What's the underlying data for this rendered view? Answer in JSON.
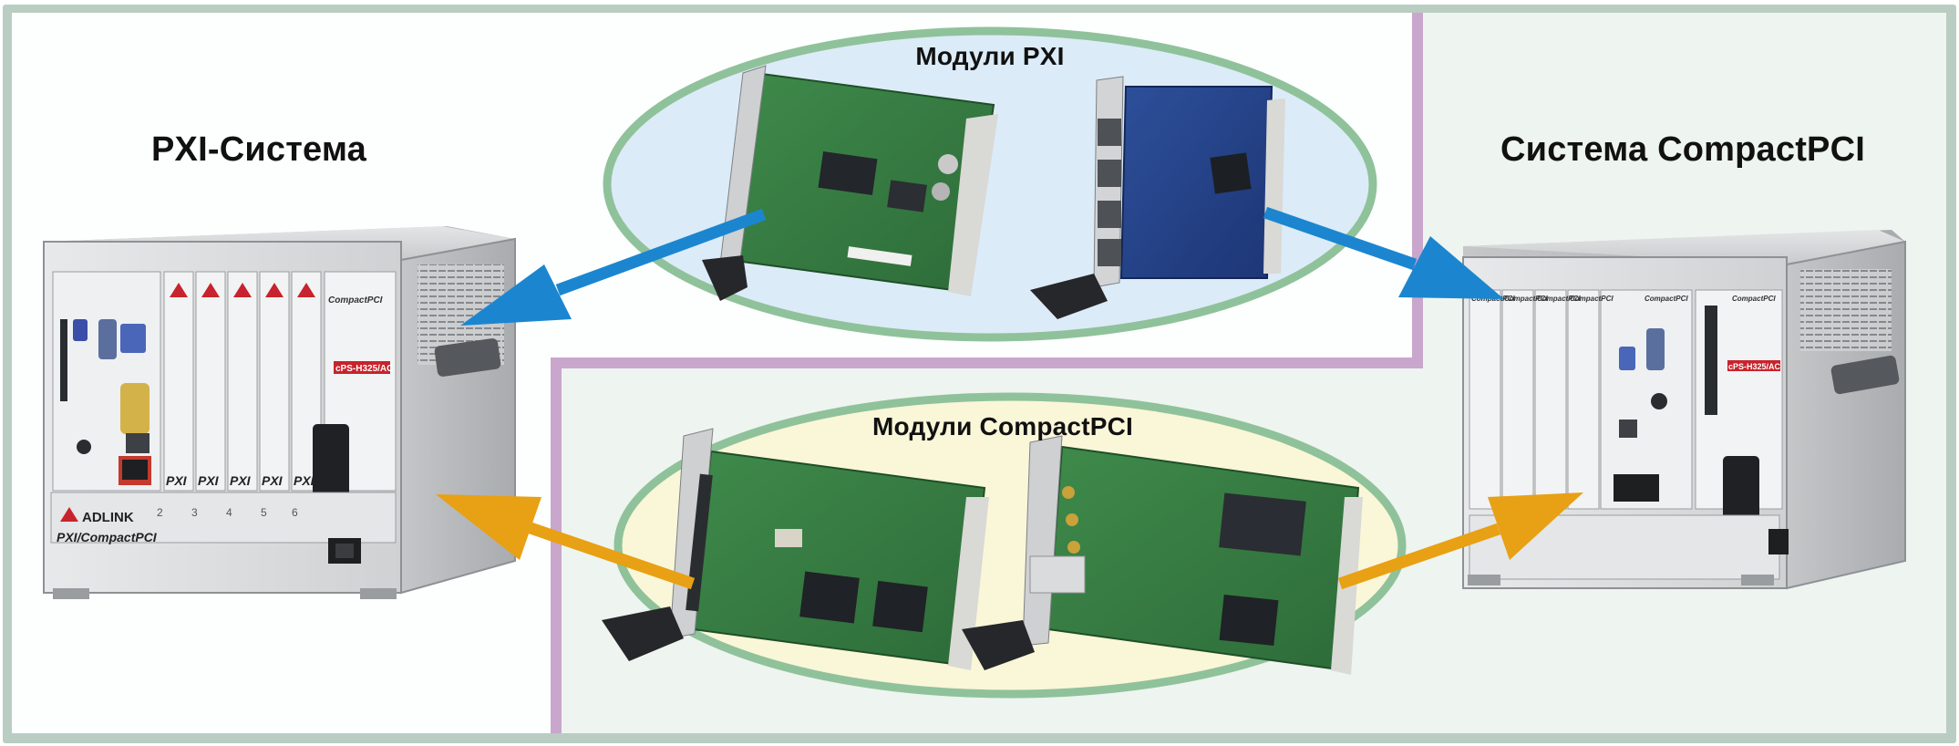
{
  "figure": {
    "pxi_system_label": "PXI-Система",
    "cpci_system_label": "Система CompactPCI",
    "pxi_modules_label": "Модули PXI",
    "cpci_modules_label": "Модули CompactPCI"
  },
  "chassis": {
    "brand": "ADLINK",
    "pxi_badge": "PXI/CompactPCI",
    "slot_label": "PXI",
    "psu_model": "cPS-H325/AC",
    "slot_header": "CompactPCI",
    "slot_numbers": [
      "2",
      "3",
      "4",
      "5",
      "6"
    ]
  },
  "colors": {
    "frame_outer": "#b9cdc2",
    "pxi_zone": "#fdfefe",
    "cpci_zone": "#eef4ef",
    "zone_divider": "#c9a6cc",
    "pxi_ellipse_fill": "#dcebf8",
    "cpci_ellipse_fill": "#faf6d8",
    "ellipse_stroke": "#8fc29a",
    "arrow_blue": "#1b86cf",
    "arrow_orange": "#e8a014"
  }
}
